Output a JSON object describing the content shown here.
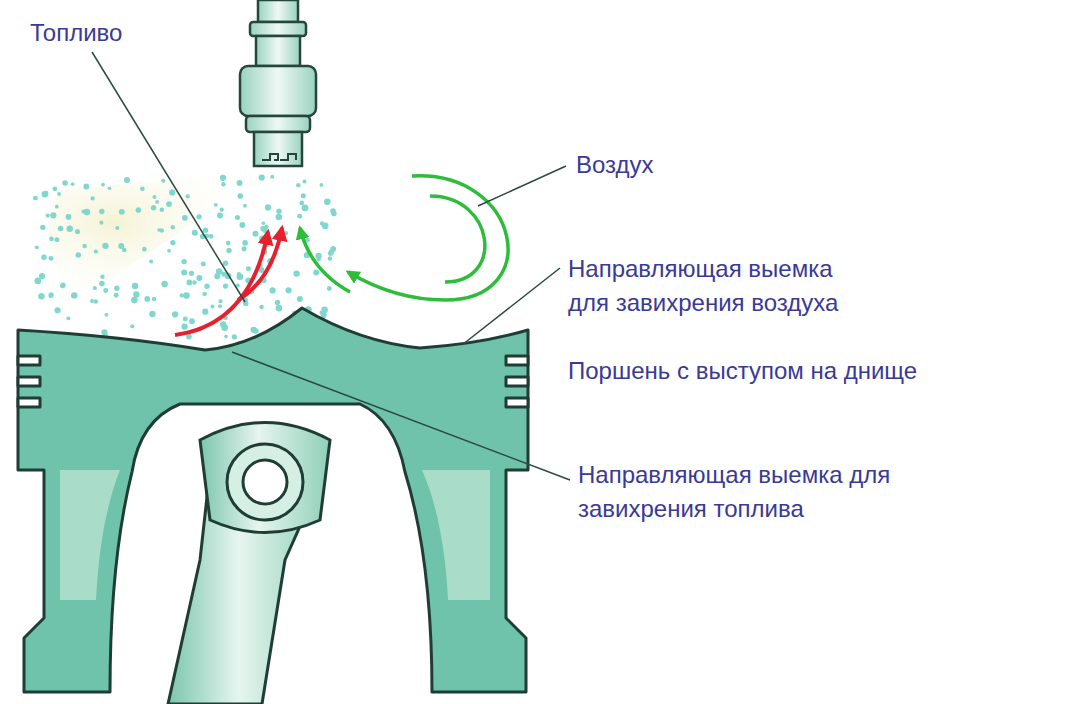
{
  "diagram": {
    "labels": [
      "Топливо",
      "Воздух",
      "Направляющая выемка для завихрения воздуха",
      "Поршень с выступом на днище",
      "Направляющая выемка для завихрения топлива"
    ]
  }
}
